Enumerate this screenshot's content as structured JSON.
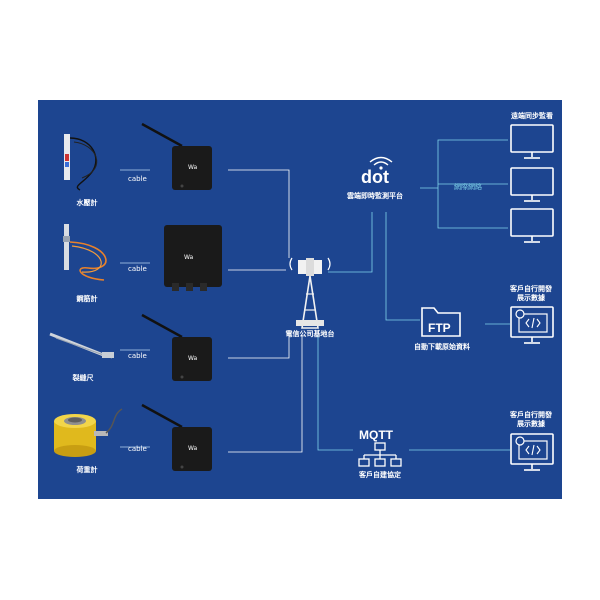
{
  "sensors": [
    {
      "name": "水壓計",
      "cable": "cable",
      "icon": "piezometer-icon"
    },
    {
      "name": "鋼筋計",
      "cable": "cable",
      "icon": "rebar-meter-icon"
    },
    {
      "name": "裂縫尺",
      "cable": "cable",
      "icon": "crack-gauge-icon"
    },
    {
      "name": "荷重計",
      "cable": "cable",
      "icon": "load-cell-icon"
    }
  ],
  "gateway_logo": "Wa",
  "tower_label": "電信公司基地台",
  "cloud": {
    "logo": "dot",
    "label": "雲端即時監測平台"
  },
  "network_label": "網際網絡",
  "monitors_label": "遠端同步監看",
  "ftp": {
    "logo": "FTP",
    "label": "自動下載原始資料"
  },
  "client_ftp_label": [
    "客戶自行開發",
    "展示數據"
  ],
  "mqtt": {
    "logo": "MQTT",
    "label": "客戶自建協定"
  },
  "client_mqtt_label": [
    "客戶自行開發",
    "展示數據"
  ],
  "colors": {
    "background": "#1d4590",
    "line": "#ffffff",
    "accent": "#7fd3ea"
  }
}
